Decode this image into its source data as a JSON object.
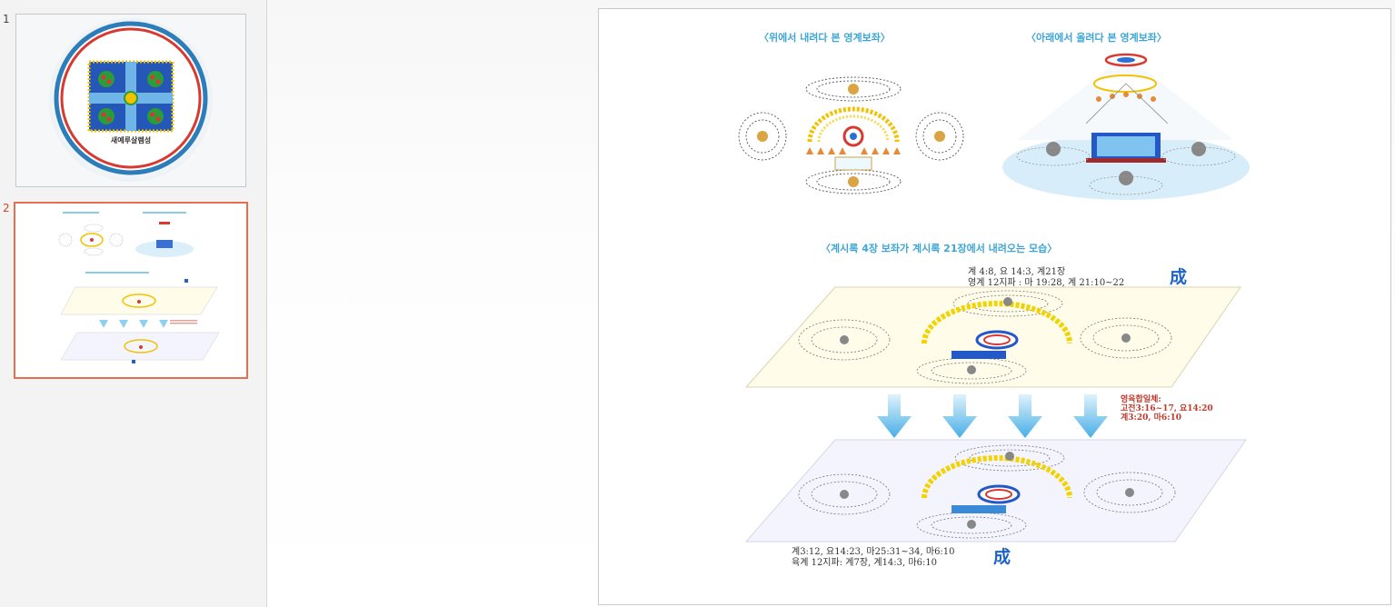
{
  "thumbnails": [
    {
      "number": "1",
      "caption": "새예루살렘성"
    },
    {
      "number": "2"
    }
  ],
  "slide": {
    "heading_top_left": "〈위에서 내려다 본 영계보좌〉",
    "heading_top_right": "〈아래에서 올려다 본 영계보좌〉",
    "heading_middle": "〈계시록 4장 보좌가 계시록 21장에서 내려오는 모습〉",
    "ref_top_line1": "계 4:8, 요 14:3, 계21장",
    "ref_top_line2": "영계 12지파 : 마 19:28, 계 21:10~22",
    "kanji_top": "成",
    "red_note_line1": "영육합일체:",
    "red_note_line2": "고전3:16~17, 요14:20",
    "red_note_line3": "계3:20, 마6:10",
    "ref_bottom_line1": "계3:12, 요14:23, 마25:31~34, 마6:10",
    "ref_bottom_line2": "육계 12지파: 계7장, 계14:3, 마6:10",
    "kanji_bottom": "成"
  },
  "colors": {
    "accent_thumb": "#e86f4d",
    "heading_blue": "#3ea6d6",
    "kanji_blue": "#1f63c6",
    "note_red": "#c0392b"
  }
}
